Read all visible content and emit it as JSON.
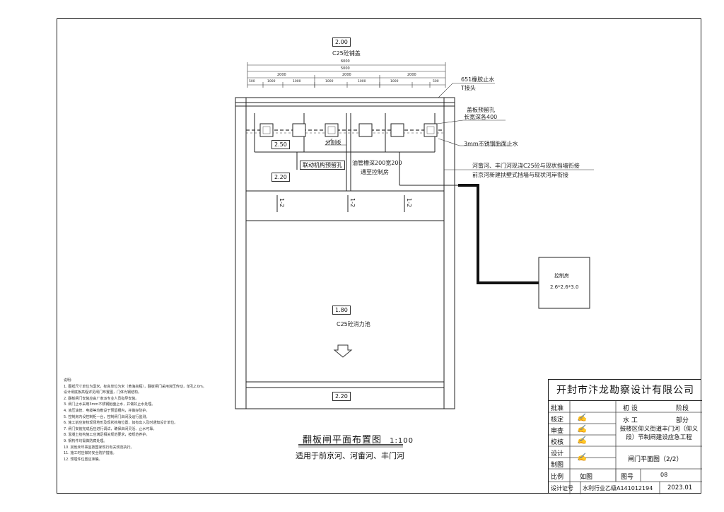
{
  "drawing": {
    "title": "翻板闸平面布置图",
    "scale": "1:100",
    "subtitle": "适用于前京河、河畲河、丰门河"
  },
  "labels": {
    "elev_top": "2.00",
    "top_material": "C25砼铺盖",
    "dim_total": "6000",
    "dim_sub": "5000",
    "dim_parts": [
      "2000",
      "2000",
      "2000"
    ],
    "dim_small": [
      "500",
      "1000",
      "1000",
      "1000",
      "1000",
      "1000",
      "500"
    ],
    "rubber_seal": "651橡胶止水",
    "t_head": "T接头",
    "cover_plate": "盖板预留孔",
    "reserve_size": "长宽深各400",
    "steel_seal": "3mm不锈钢胎面止水",
    "elev_250": "2.50",
    "divider": "分割板",
    "linkage_hole": "联动机构预留孔",
    "pipe_trench": "油管槽深200宽200",
    "to_control": "通至控制房",
    "elev_220": "2.20",
    "note_wall1": "河畲河、丰门河现浇C25砼与现状挡墙衔接",
    "note_wall2": "前京河新建扶壁式挡墙与现状河岸衔接",
    "section": [
      "1-2",
      "1-2",
      "1-2"
    ],
    "control_room": "控制房",
    "control_size": "2.6*2.6*3.0",
    "elev_180": "1.80",
    "basin": "C25砼消力池",
    "elev_bottom": "2.20"
  },
  "notes": {
    "heading": "说明:",
    "items": [
      "1. 图纸尺寸单位为毫米，标高单位为米（黄海高程），翻板闸门采用液压传动，单孔2.0m。",
      "   设计闸底板高程详见闸门布置图，门体为钢结构。",
      "2. 翻板闸门安装应由厂家派专业人员指导安装。",
      "3. 闸门止水采用3mm不锈钢胎面止水，并做好止水处理。",
      "4. 液压油管、电缆等均敷设于预留槽内，并做好防护。",
      "5. 控制房内设控制柜一台，控制闸门启闭及运行监测。",
      "6. 施工前应复核现场地形及现状挡墙位置，如有出入及时通知设计单位。",
      "7. 闸门安装完成后应进行调试，确保启闭灵活、止水可靠。",
      "8. 混凝土结构施工应满足相关规范要求，按规范养护。",
      "9. 钢构件均需做防腐处理。",
      "10. 其他未尽事宜按国家现行有关规范执行。",
      "11. 施工时应做好安全防护措施。",
      "12. 预埋件位置应准确。"
    ]
  },
  "title_block": {
    "company": "开封市汴龙勘察设计有限公司",
    "row_labels": [
      "批准",
      "核定",
      "审查",
      "校核",
      "设计",
      "制图",
      "比例",
      "设计证号"
    ],
    "stage_label": "初    设",
    "stage_value": "阶段",
    "specialty_label": "水    工",
    "specialty_value": "部分",
    "project": "鼓楼区仰义街道丰门河（仰义段）节制闸建设应急工程",
    "sheet_title": "闸门平面图（2/2）",
    "scale_value": "如图",
    "sheet_no_label": "图号",
    "sheet_no": "08",
    "cert_no": "水利行业乙级A141012194",
    "date": "2023.01"
  }
}
